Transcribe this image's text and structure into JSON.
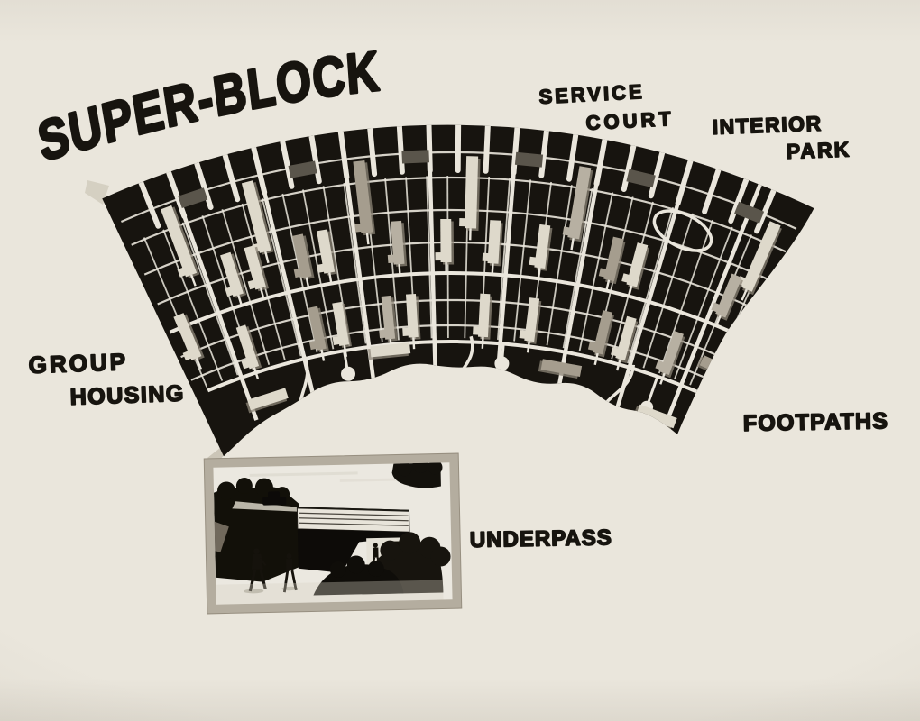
{
  "artwork": {
    "title": "SUPER-BLOCK",
    "labels": {
      "service_line1": "SERVICE",
      "service_line2": "COURT",
      "interior_line1": "INTERIOR",
      "interior_line2": "PARK",
      "group_line1": "GROUP",
      "group_line2": "HOUSING",
      "footpaths": "FOOTPATHS",
      "underpass": "UNDERPASS"
    },
    "palette": {
      "paper": "#eae6dc",
      "ink": "#17140f",
      "building_light": "#ded9cb",
      "building_gray": "#a59d8e",
      "building_shade": "#8d8678",
      "frame_gray": "#b4ad9f",
      "road_sliver": "#cfc9bb"
    }
  }
}
